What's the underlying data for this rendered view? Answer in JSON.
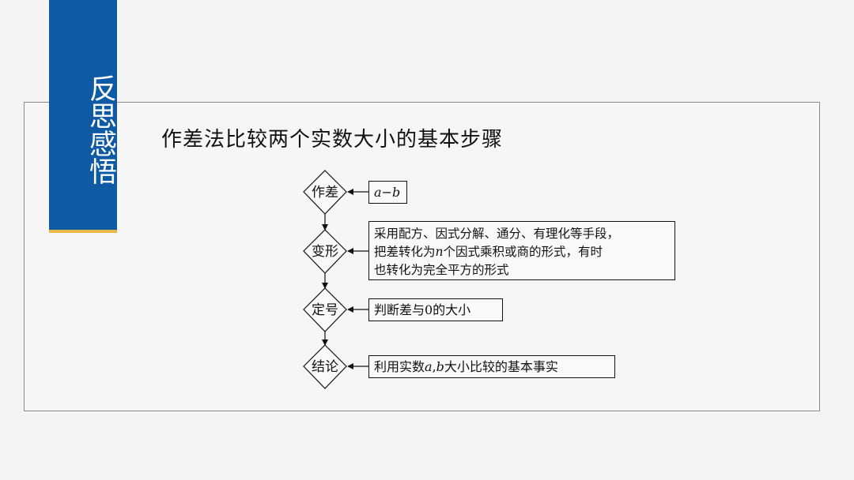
{
  "section_tab": {
    "text": "反思感悟",
    "colors": {
      "background": "#0f5aa5",
      "underline": "#e8b84a",
      "text": "#ffffff"
    }
  },
  "heading": "作差法比较两个实数大小的基本步骤",
  "flowchart": {
    "steps": [
      {
        "label": "作差",
        "detail_html": "<span class=\"math\">a</span>−<span class=\"math\">b</span>"
      },
      {
        "label": "变形",
        "detail_html": "采用配方、因式分解、通分、有理化等手段，<br>把差转化为<span class=\"math\">n</span>个因式乘积或商的形式，有时<br>也转化为完全平方的形式"
      },
      {
        "label": "定号",
        "detail_html": "判断差与0的大小"
      },
      {
        "label": "结论",
        "detail_html": "利用实数<span class=\"math\">a</span>,<span class=\"math\">b</span>大小比较的基本事实"
      }
    ]
  }
}
